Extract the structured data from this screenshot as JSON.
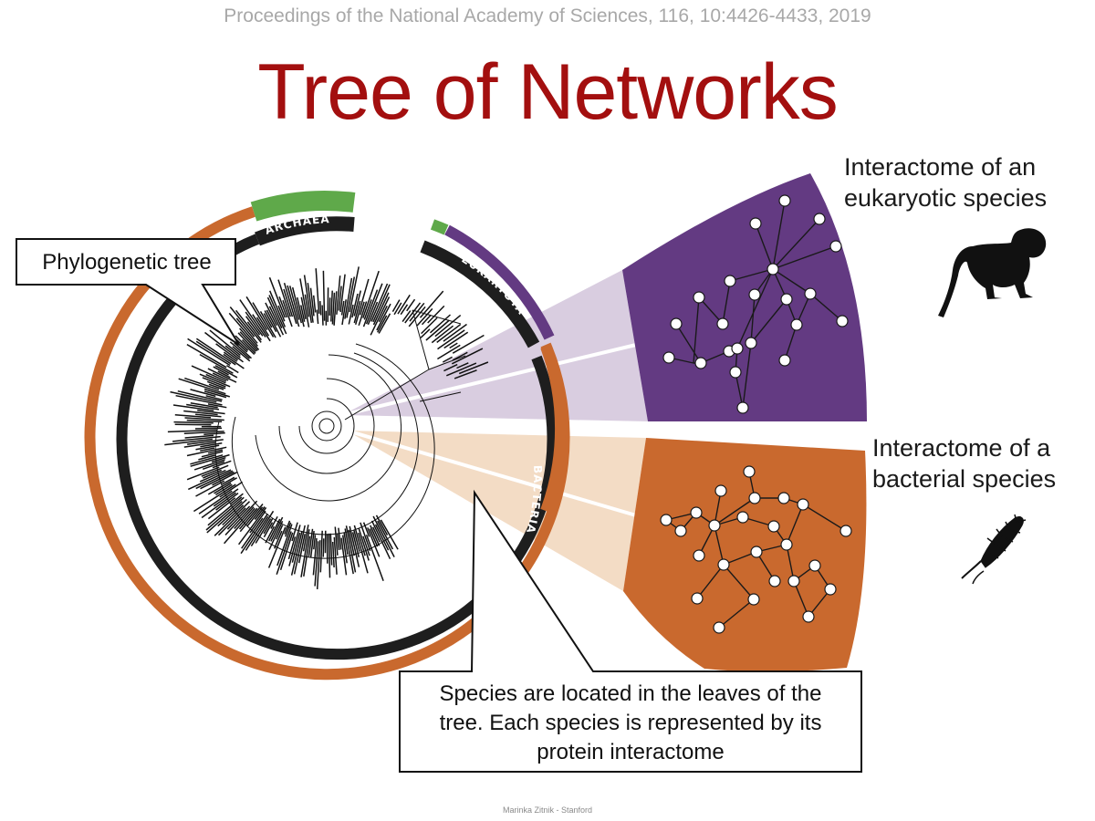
{
  "header": {
    "citation": "Proceedings of the National Academy of Sciences, 116, 10:4426-4433, 2019",
    "title": "Tree of Networks"
  },
  "labels": {
    "eukaryotic": [
      "Interactome of an",
      "eukaryotic species"
    ],
    "bacterial": [
      "Interactome of a",
      "bacterial species"
    ]
  },
  "callouts": {
    "phylogenetic_tree": "Phylogenetic tree",
    "species": [
      "Species are located in the leaves of the",
      "tree. Each species is represented by its",
      "protein interactome"
    ]
  },
  "domains": {
    "archaea": "ARCHAEA",
    "eukaryota": "EUKARYOTA",
    "bacteria": "BACTERIA"
  },
  "colors": {
    "title": "#a30f0f",
    "eukaryote": "#633a82",
    "bacteria": "#c9692e",
    "archaea_ring": "#5fa94a",
    "domain_band": "#1e1e1e",
    "euk_wedge": "#d9cde0",
    "bac_wedge": "#f3dcc5"
  },
  "icons": [
    "monkey-silhouette-icon",
    "bacterium-silhouette-icon"
  ],
  "footer": "Marinka Zitnik - Stanford"
}
